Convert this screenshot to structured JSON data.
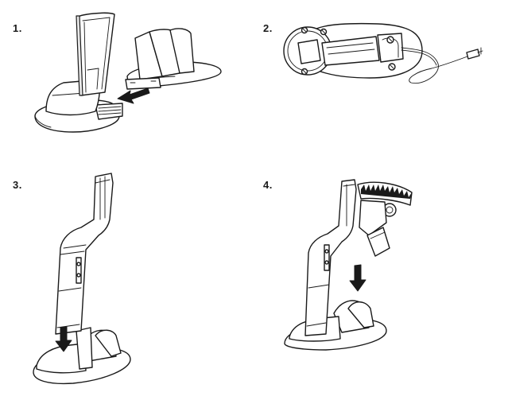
{
  "steps": [
    {
      "number": "1."
    },
    {
      "number": "2."
    },
    {
      "number": "3."
    },
    {
      "number": "4."
    }
  ]
}
